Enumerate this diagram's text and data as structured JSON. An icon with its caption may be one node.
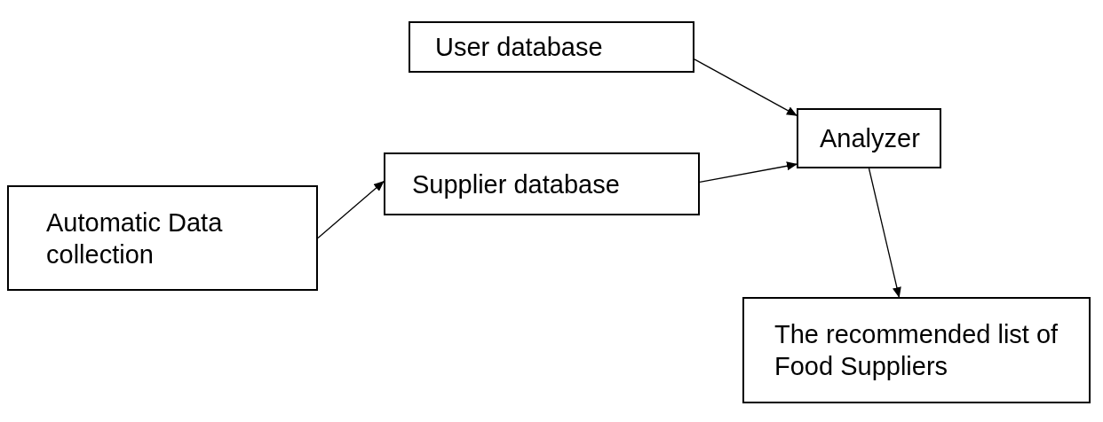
{
  "diagram": {
    "nodes": [
      {
        "text": [
          "User database"
        ]
      },
      {
        "text": [
          "Analyzer"
        ]
      },
      {
        "text": [
          "Supplier database"
        ]
      },
      {
        "text": [
          "Automatic Data collection"
        ]
      },
      {
        "text": [
          "The recommended list of Food Suppliers"
        ]
      }
    ],
    "edges": [
      {
        "from": 0,
        "to": 1,
        "arrow": "to"
      },
      {
        "from": 2,
        "to": 1,
        "arrow": "to"
      },
      {
        "from": 3,
        "to": 2,
        "arrow": "to"
      },
      {
        "from": 1,
        "to": 4,
        "arrow": "to"
      }
    ]
  }
}
